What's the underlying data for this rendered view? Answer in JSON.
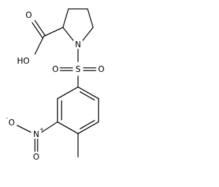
{
  "molecule": {
    "atoms": {
      "carboxyl_oh": "HO",
      "carboxyl_o": "O",
      "ring_n": "N",
      "sulfur": "S",
      "sulfonyl_o_left": "O",
      "sulfonyl_o_right": "O",
      "nitro_n": "N",
      "nitro_o_minus": "O",
      "nitro_o": "O"
    },
    "charges": {
      "nitro_n_plus": "+",
      "nitro_o_minus": "-"
    }
  }
}
